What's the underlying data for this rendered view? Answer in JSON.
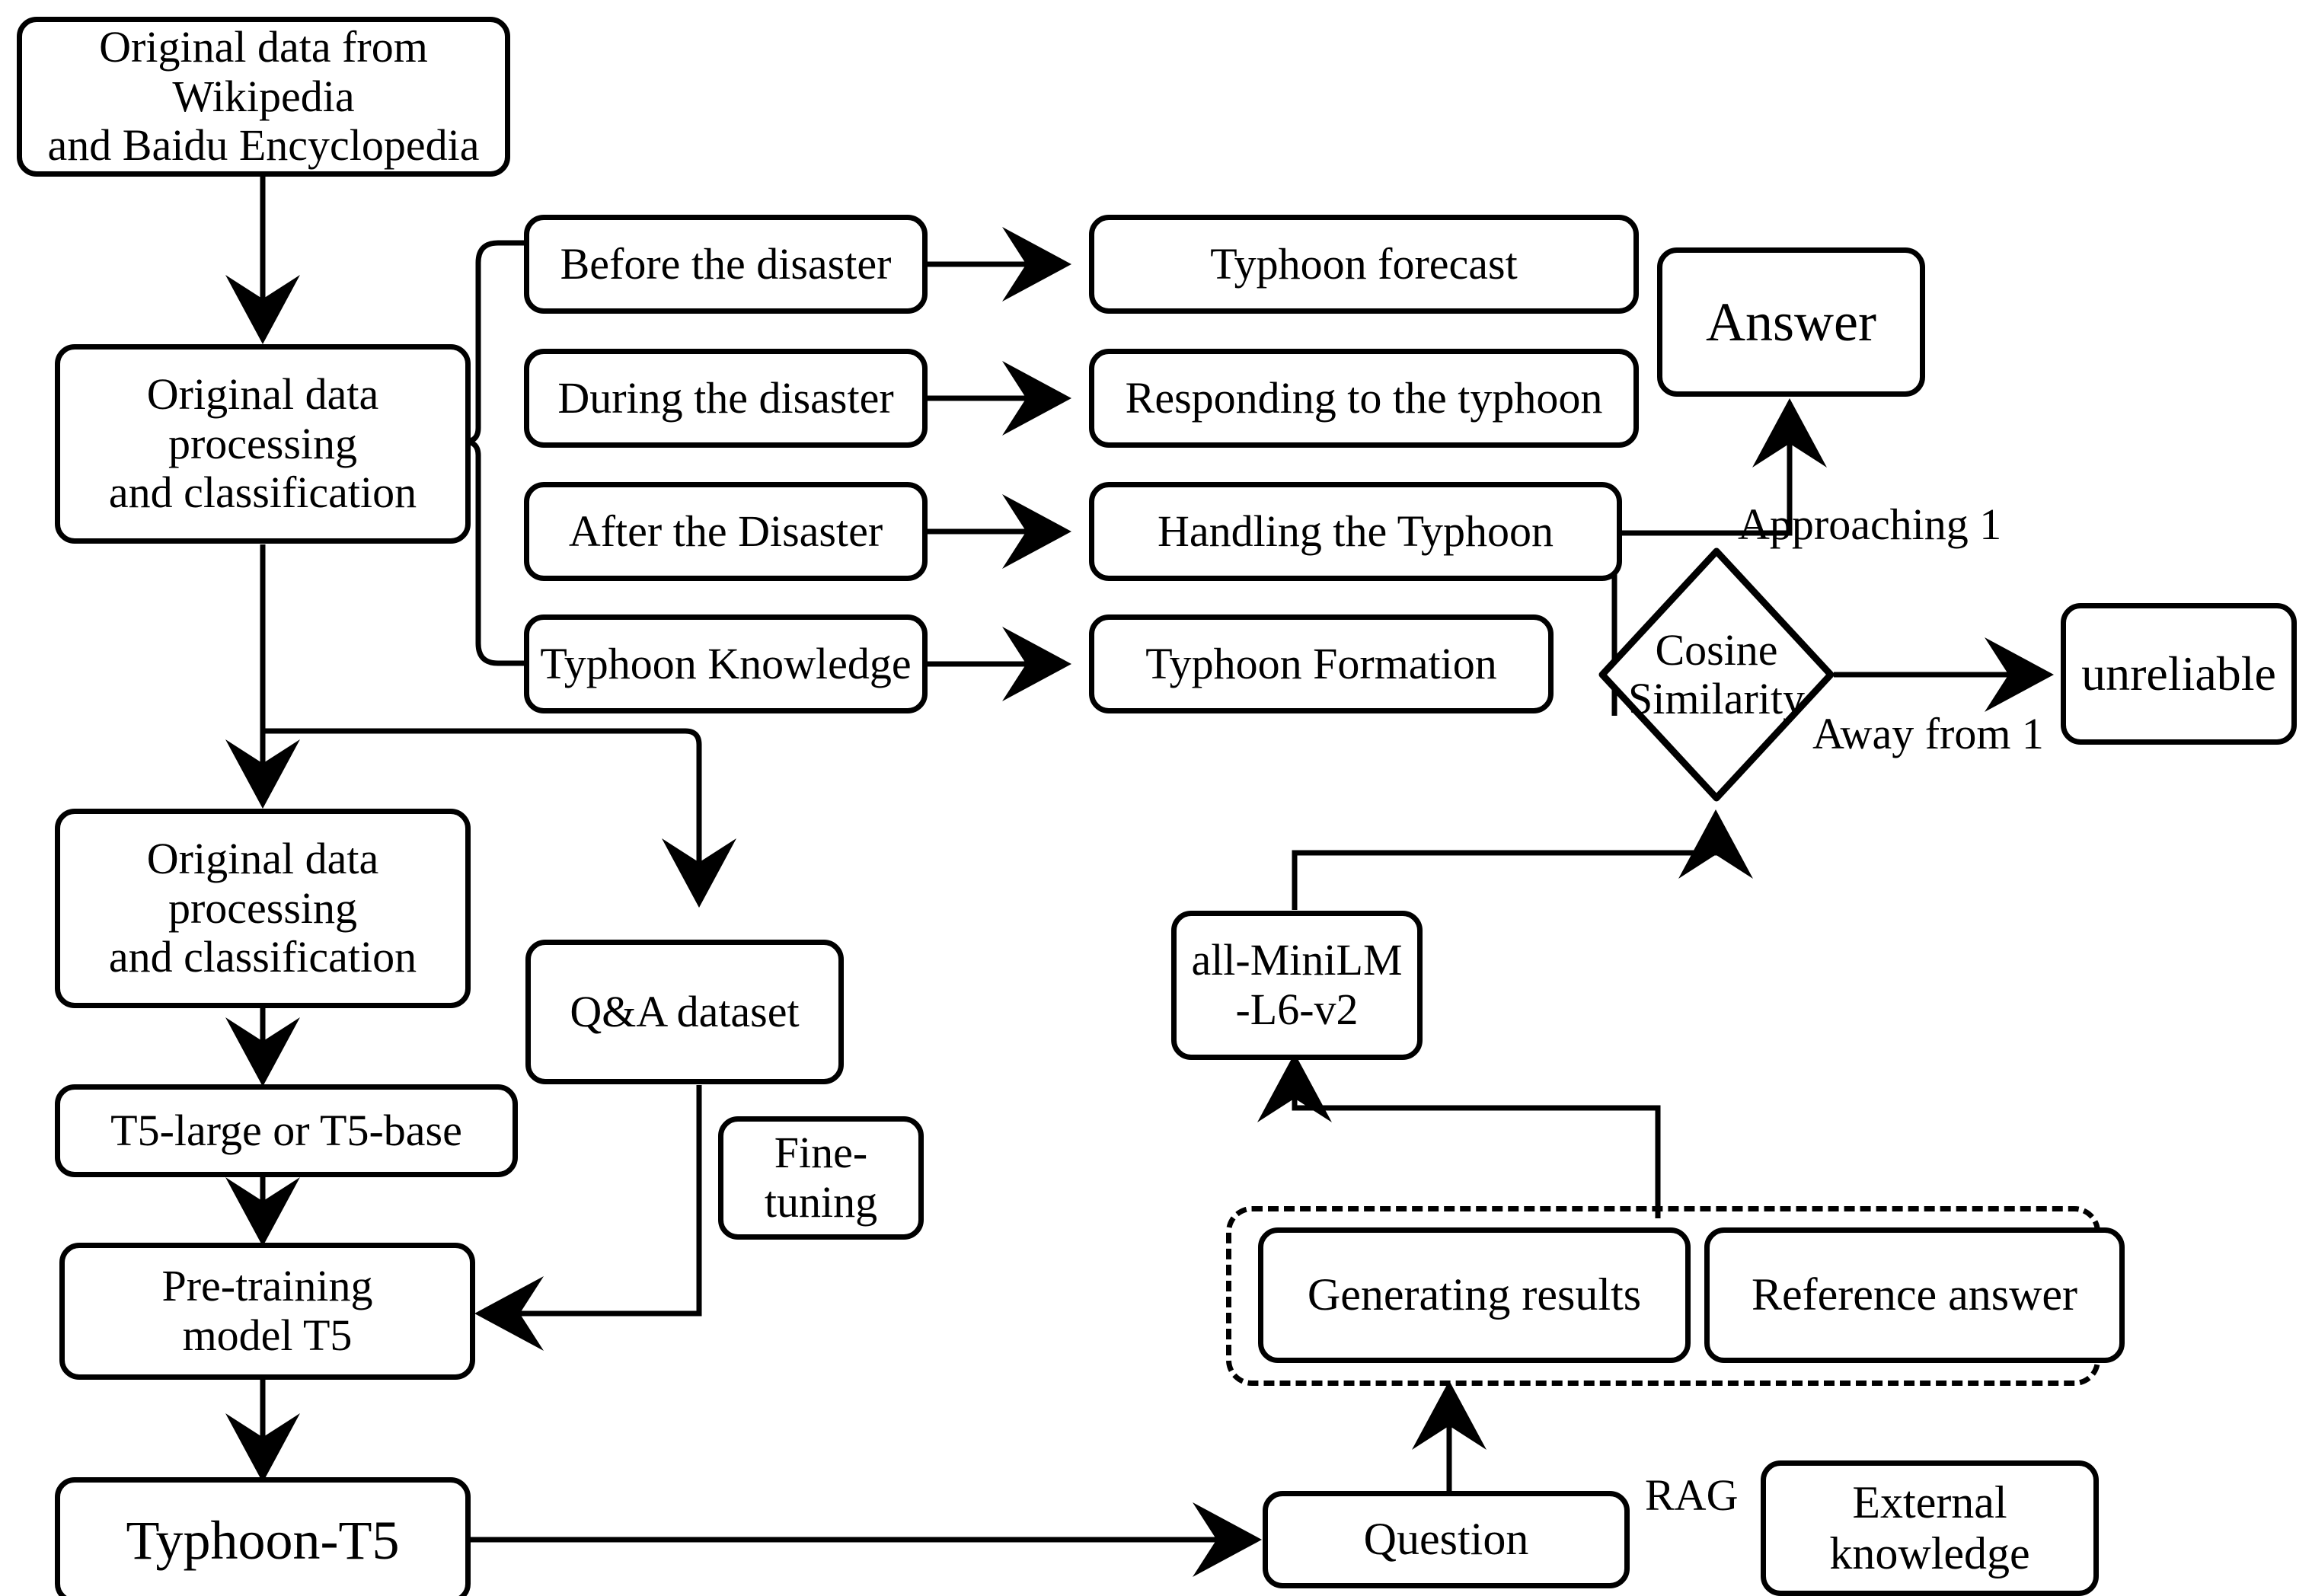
{
  "diagram": {
    "title": "Typhoon-T5 data, training and RAG evaluation pipeline",
    "nodes": {
      "source_data": "Original data from\nWikipedia\nand Baidu Encyclopedia",
      "processing_top": "Original data\nprocessing\nand classification",
      "before_disaster": "Before the disaster",
      "during_disaster": "During the disaster",
      "after_disaster": "After the Disaster",
      "typhoon_knowledge": "Typhoon Knowledge",
      "typhoon_forecast": "Typhoon forecast",
      "responding_typhoon": "Responding to the typhoon",
      "handling_typhoon": "Handling the Typhoon",
      "typhoon_formation": "Typhoon Formation",
      "answer": "Answer",
      "unreliable": "unreliable",
      "cosine_similarity": "Cosine\nSimilarity",
      "processing_bottom": "Original data\nprocessing\nand classification",
      "t5_variant": "T5-large or T5-base",
      "qa_dataset": "Q&A dataset",
      "fine_tuning": "Fine-\ntuning",
      "pretraining_model": "Pre-training\nmodel T5",
      "typhoon_t5": "Typhoon-T5",
      "mini_lm": "all-MiniLM\n-L6-v2",
      "generating_results": "Generating results",
      "reference_answer": "Reference answer",
      "question": "Question",
      "external_knowledge": "External\nknowledge"
    },
    "edge_labels": {
      "approaching_1": "Approaching 1",
      "away_from_1": "Away from 1",
      "rag": "RAG"
    },
    "colors": {
      "stroke": "#000000",
      "background": "#ffffff"
    }
  }
}
